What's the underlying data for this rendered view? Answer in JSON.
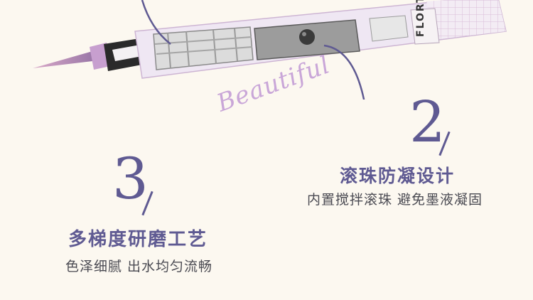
{
  "brand": {
    "barrel_text": "FLORTTE"
  },
  "decor": {
    "script_word": "Beautiful"
  },
  "feature_roller": {
    "number": "2",
    "title": "滚珠防凝设计",
    "desc": "内置搅拌滚珠 避免墨液凝固"
  },
  "feature_tip": {
    "number": "3",
    "title": "多梯度研磨工艺",
    "desc": "色泽细腻 出水均匀流畅"
  },
  "colors": {
    "background": "#fcf8f0",
    "accent": "#5f5a92",
    "pen_tip": "#b98bb6",
    "pen_barrel": "#efe7f3",
    "pen_cap": "#e9d4e8"
  }
}
